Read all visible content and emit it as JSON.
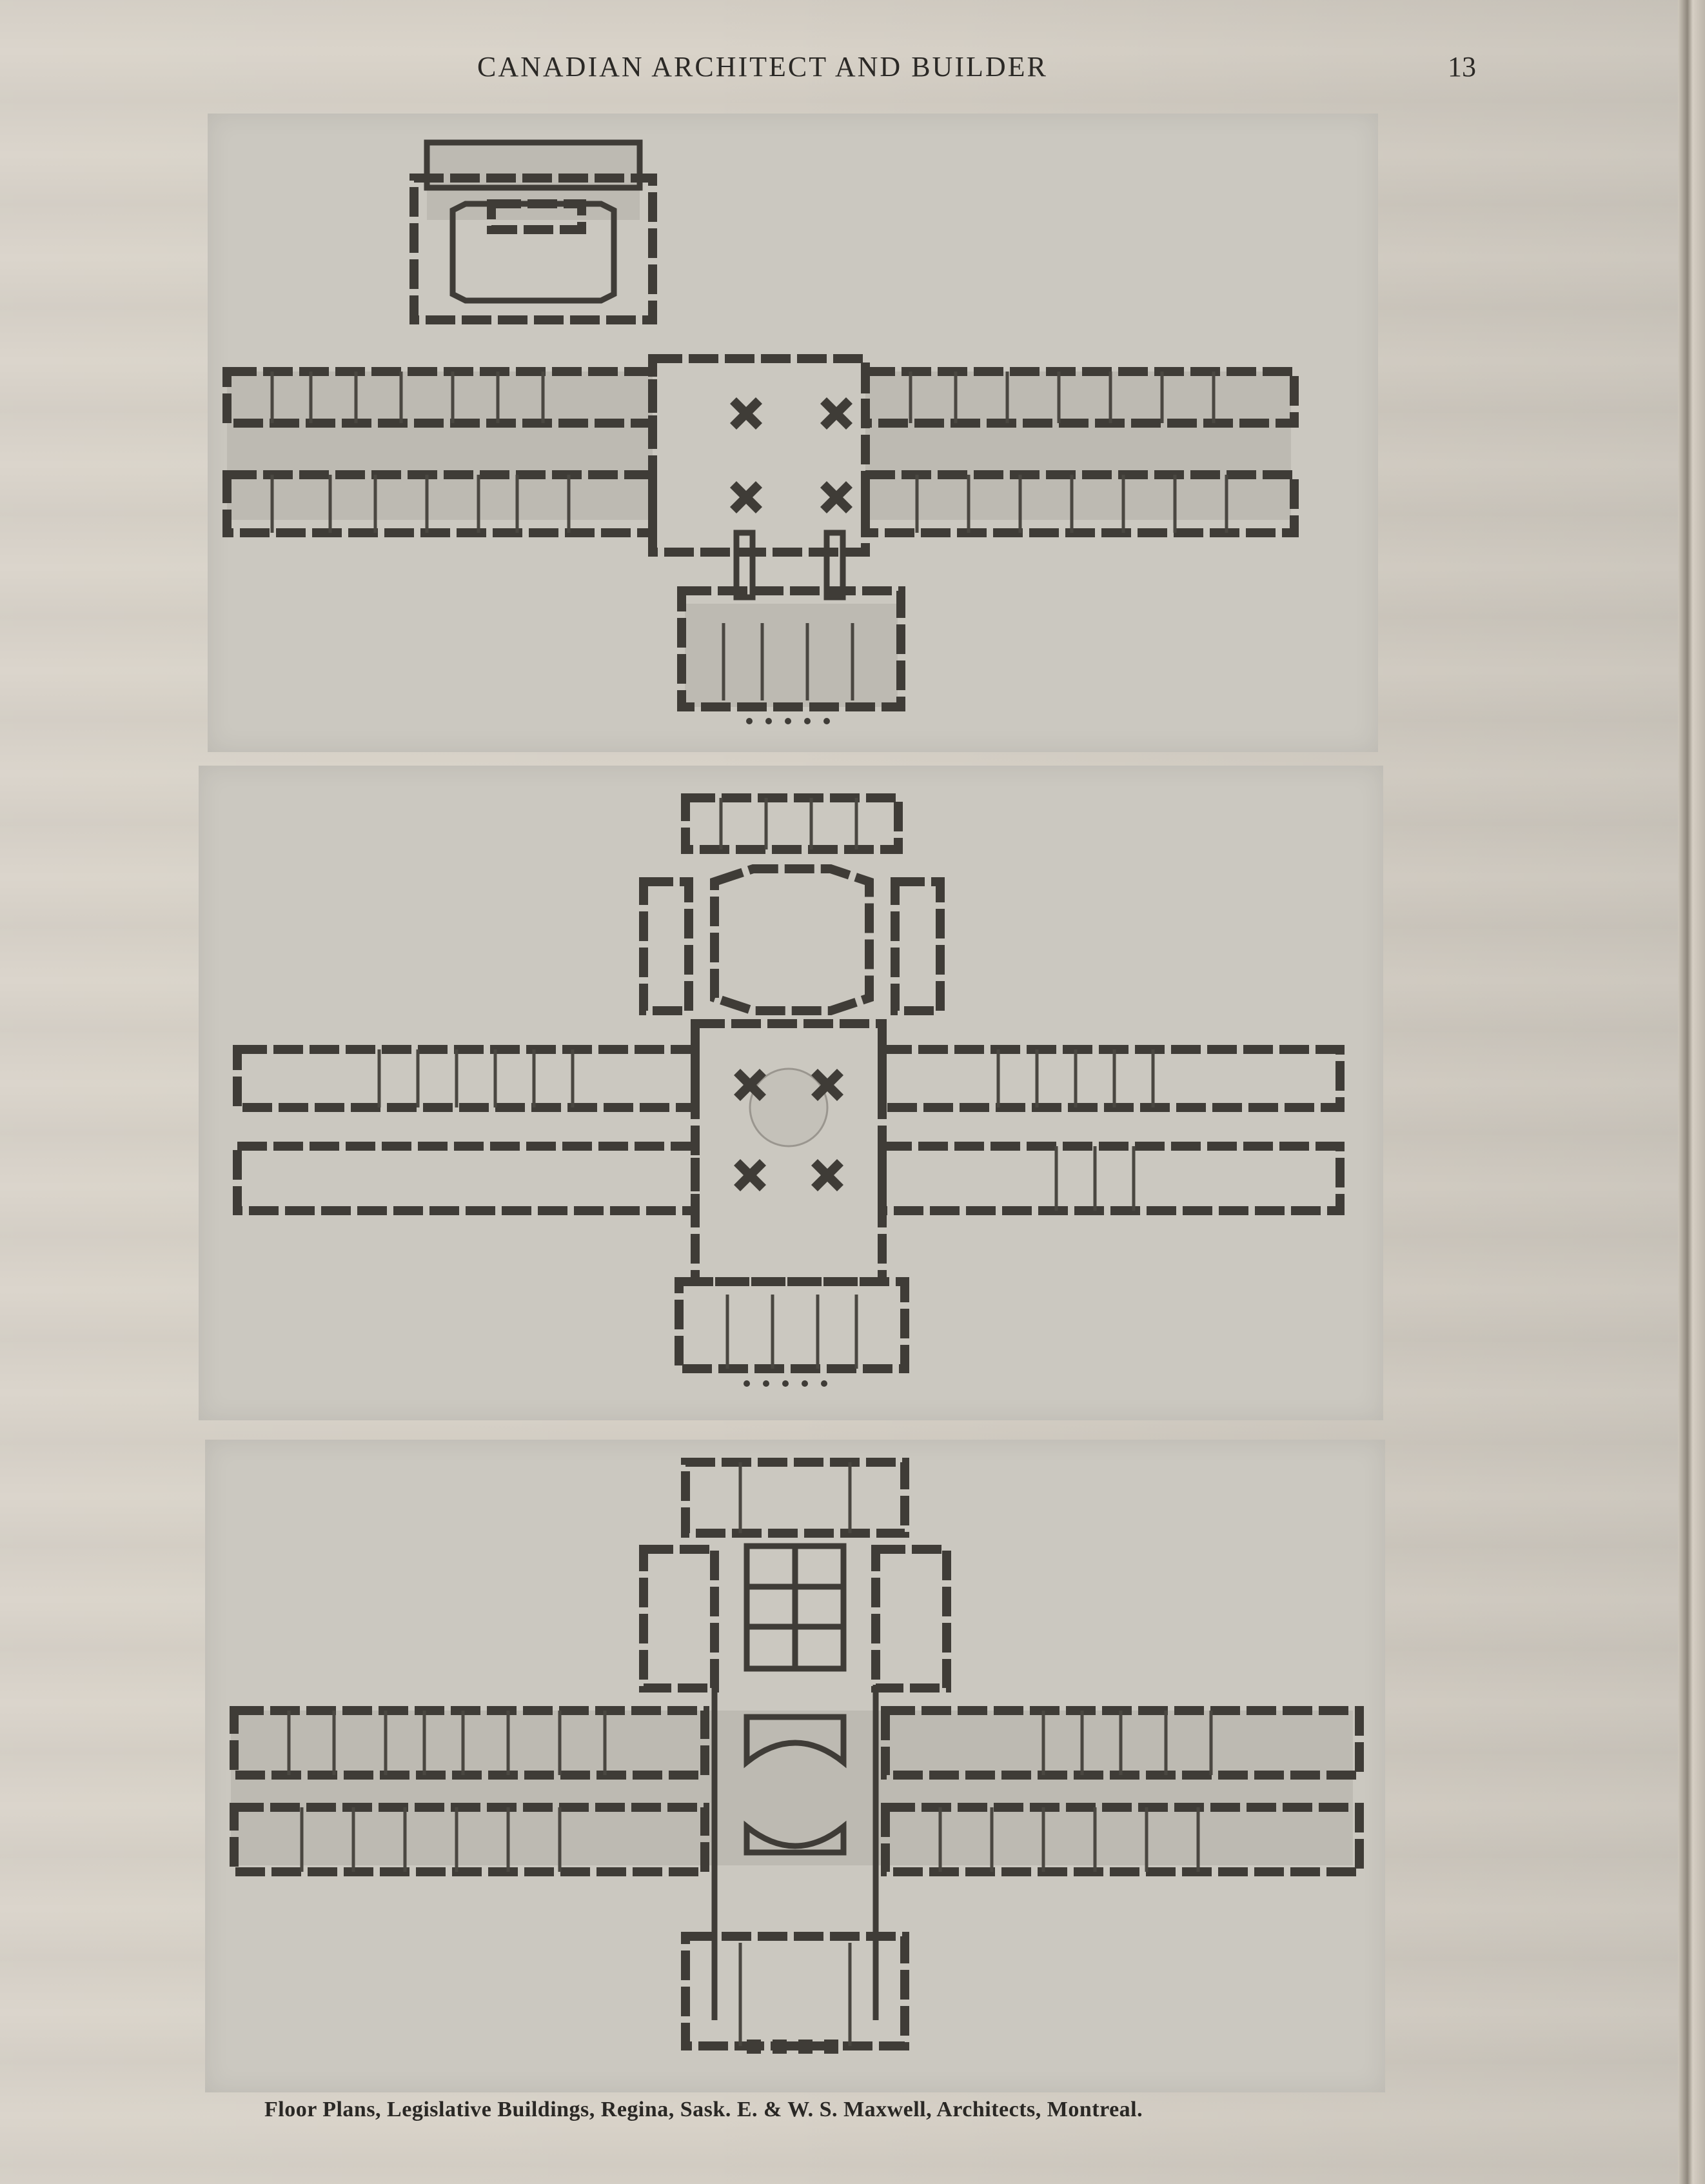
{
  "header": {
    "running_title": "CANADIAN ARCHITECT AND BUILDER",
    "page_number": "13"
  },
  "plates": [
    {
      "id": "plan-1"
    },
    {
      "id": "plan-2"
    },
    {
      "id": "plan-3"
    }
  ],
  "caption": "Floor Plans, Legislative Buildings, Regina, Sask.  E. & W. S. Maxwell, Architects, Montreal.",
  "colors": {
    "paper": "#d9d3c9",
    "plate": "#cbc8c0",
    "ink": "#3f3c37"
  }
}
